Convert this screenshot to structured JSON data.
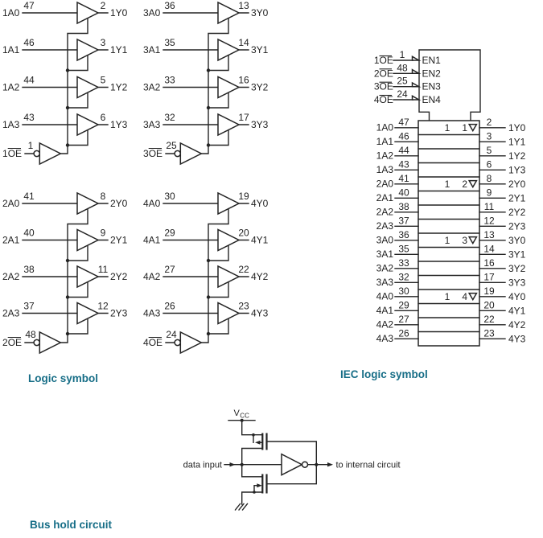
{
  "captions": {
    "logic": "Logic symbol",
    "iec": "IEC logic symbol",
    "bus_hold": "Bus hold circuit"
  },
  "colors": {
    "caption_teal": "#176e87",
    "line": "#242424",
    "background": "#ffffff"
  },
  "logic_symbol": {
    "groups": [
      {
        "oe": {
          "prefix": "1",
          "ol": "OE",
          "pin": "1"
        },
        "channels": [
          {
            "input": "1A0",
            "input_pin": "47",
            "output": "1Y0",
            "output_pin": "2"
          },
          {
            "input": "1A1",
            "input_pin": "46",
            "output": "1Y1",
            "output_pin": "3"
          },
          {
            "input": "1A2",
            "input_pin": "44",
            "output": "1Y2",
            "output_pin": "5"
          },
          {
            "input": "1A3",
            "input_pin": "43",
            "output": "1Y3",
            "output_pin": "6"
          }
        ]
      },
      {
        "oe": {
          "prefix": "2",
          "ol": "OE",
          "pin": "48"
        },
        "channels": [
          {
            "input": "2A0",
            "input_pin": "41",
            "output": "2Y0",
            "output_pin": "8"
          },
          {
            "input": "2A1",
            "input_pin": "40",
            "output": "2Y1",
            "output_pin": "9"
          },
          {
            "input": "2A2",
            "input_pin": "38",
            "output": "2Y2",
            "output_pin": "11"
          },
          {
            "input": "2A3",
            "input_pin": "37",
            "output": "2Y3",
            "output_pin": "12"
          }
        ]
      },
      {
        "oe": {
          "prefix": "3",
          "ol": "OE",
          "pin": "25"
        },
        "channels": [
          {
            "input": "3A0",
            "input_pin": "36",
            "output": "3Y0",
            "output_pin": "13"
          },
          {
            "input": "3A1",
            "input_pin": "35",
            "output": "3Y1",
            "output_pin": "14"
          },
          {
            "input": "3A2",
            "input_pin": "33",
            "output": "3Y2",
            "output_pin": "16"
          },
          {
            "input": "3A3",
            "input_pin": "32",
            "output": "3Y3",
            "output_pin": "17"
          }
        ]
      },
      {
        "oe": {
          "prefix": "4",
          "ol": "OE",
          "pin": "24"
        },
        "channels": [
          {
            "input": "4A0",
            "input_pin": "30",
            "output": "4Y0",
            "output_pin": "19"
          },
          {
            "input": "4A1",
            "input_pin": "29",
            "output": "4Y1",
            "output_pin": "20"
          },
          {
            "input": "4A2",
            "input_pin": "27",
            "output": "4Y2",
            "output_pin": "22"
          },
          {
            "input": "4A3",
            "input_pin": "26",
            "output": "4Y3",
            "output_pin": "23"
          }
        ]
      }
    ]
  },
  "iec_symbol": {
    "en_inputs": [
      {
        "prefix": "1",
        "ol": "OE",
        "pin": "1",
        "en": "EN1"
      },
      {
        "prefix": "2",
        "ol": "OE",
        "pin": "48",
        "en": "EN2"
      },
      {
        "prefix": "3",
        "ol": "OE",
        "pin": "25",
        "en": "EN3"
      },
      {
        "prefix": "4",
        "ol": "OE",
        "pin": "24",
        "en": "EN4"
      }
    ],
    "rows": [
      {
        "input": "1A0",
        "input_pin": "47",
        "output": "1Y0",
        "output_pin": "2",
        "fn": "1",
        "en_dep": "1"
      },
      {
        "input": "1A1",
        "input_pin": "46",
        "output": "1Y1",
        "output_pin": "3"
      },
      {
        "input": "1A2",
        "input_pin": "44",
        "output": "1Y2",
        "output_pin": "5"
      },
      {
        "input": "1A3",
        "input_pin": "43",
        "output": "1Y3",
        "output_pin": "6"
      },
      {
        "input": "2A0",
        "input_pin": "41",
        "output": "2Y0",
        "output_pin": "8",
        "fn": "1",
        "en_dep": "2"
      },
      {
        "input": "2A1",
        "input_pin": "40",
        "output": "2Y1",
        "output_pin": "9"
      },
      {
        "input": "2A2",
        "input_pin": "38",
        "output": "2Y2",
        "output_pin": "11"
      },
      {
        "input": "2A3",
        "input_pin": "37",
        "output": "2Y3",
        "output_pin": "12"
      },
      {
        "input": "3A0",
        "input_pin": "36",
        "output": "3Y0",
        "output_pin": "13",
        "fn": "1",
        "en_dep": "3"
      },
      {
        "input": "3A1",
        "input_pin": "35",
        "output": "3Y1",
        "output_pin": "14"
      },
      {
        "input": "3A2",
        "input_pin": "33",
        "output": "3Y2",
        "output_pin": "16"
      },
      {
        "input": "3A3",
        "input_pin": "32",
        "output": "3Y3",
        "output_pin": "17"
      },
      {
        "input": "4A0",
        "input_pin": "30",
        "output": "4Y0",
        "output_pin": "19",
        "fn": "1",
        "en_dep": "4"
      },
      {
        "input": "4A1",
        "input_pin": "29",
        "output": "4Y1",
        "output_pin": "20"
      },
      {
        "input": "4A2",
        "input_pin": "27",
        "output": "4Y2",
        "output_pin": "22"
      },
      {
        "input": "4A3",
        "input_pin": "26",
        "output": "4Y3",
        "output_pin": "23"
      }
    ]
  },
  "bus_hold": {
    "vcc": "V",
    "vcc_sub": "CC",
    "data_input": "data input",
    "to_internal": "to internal circuit"
  }
}
